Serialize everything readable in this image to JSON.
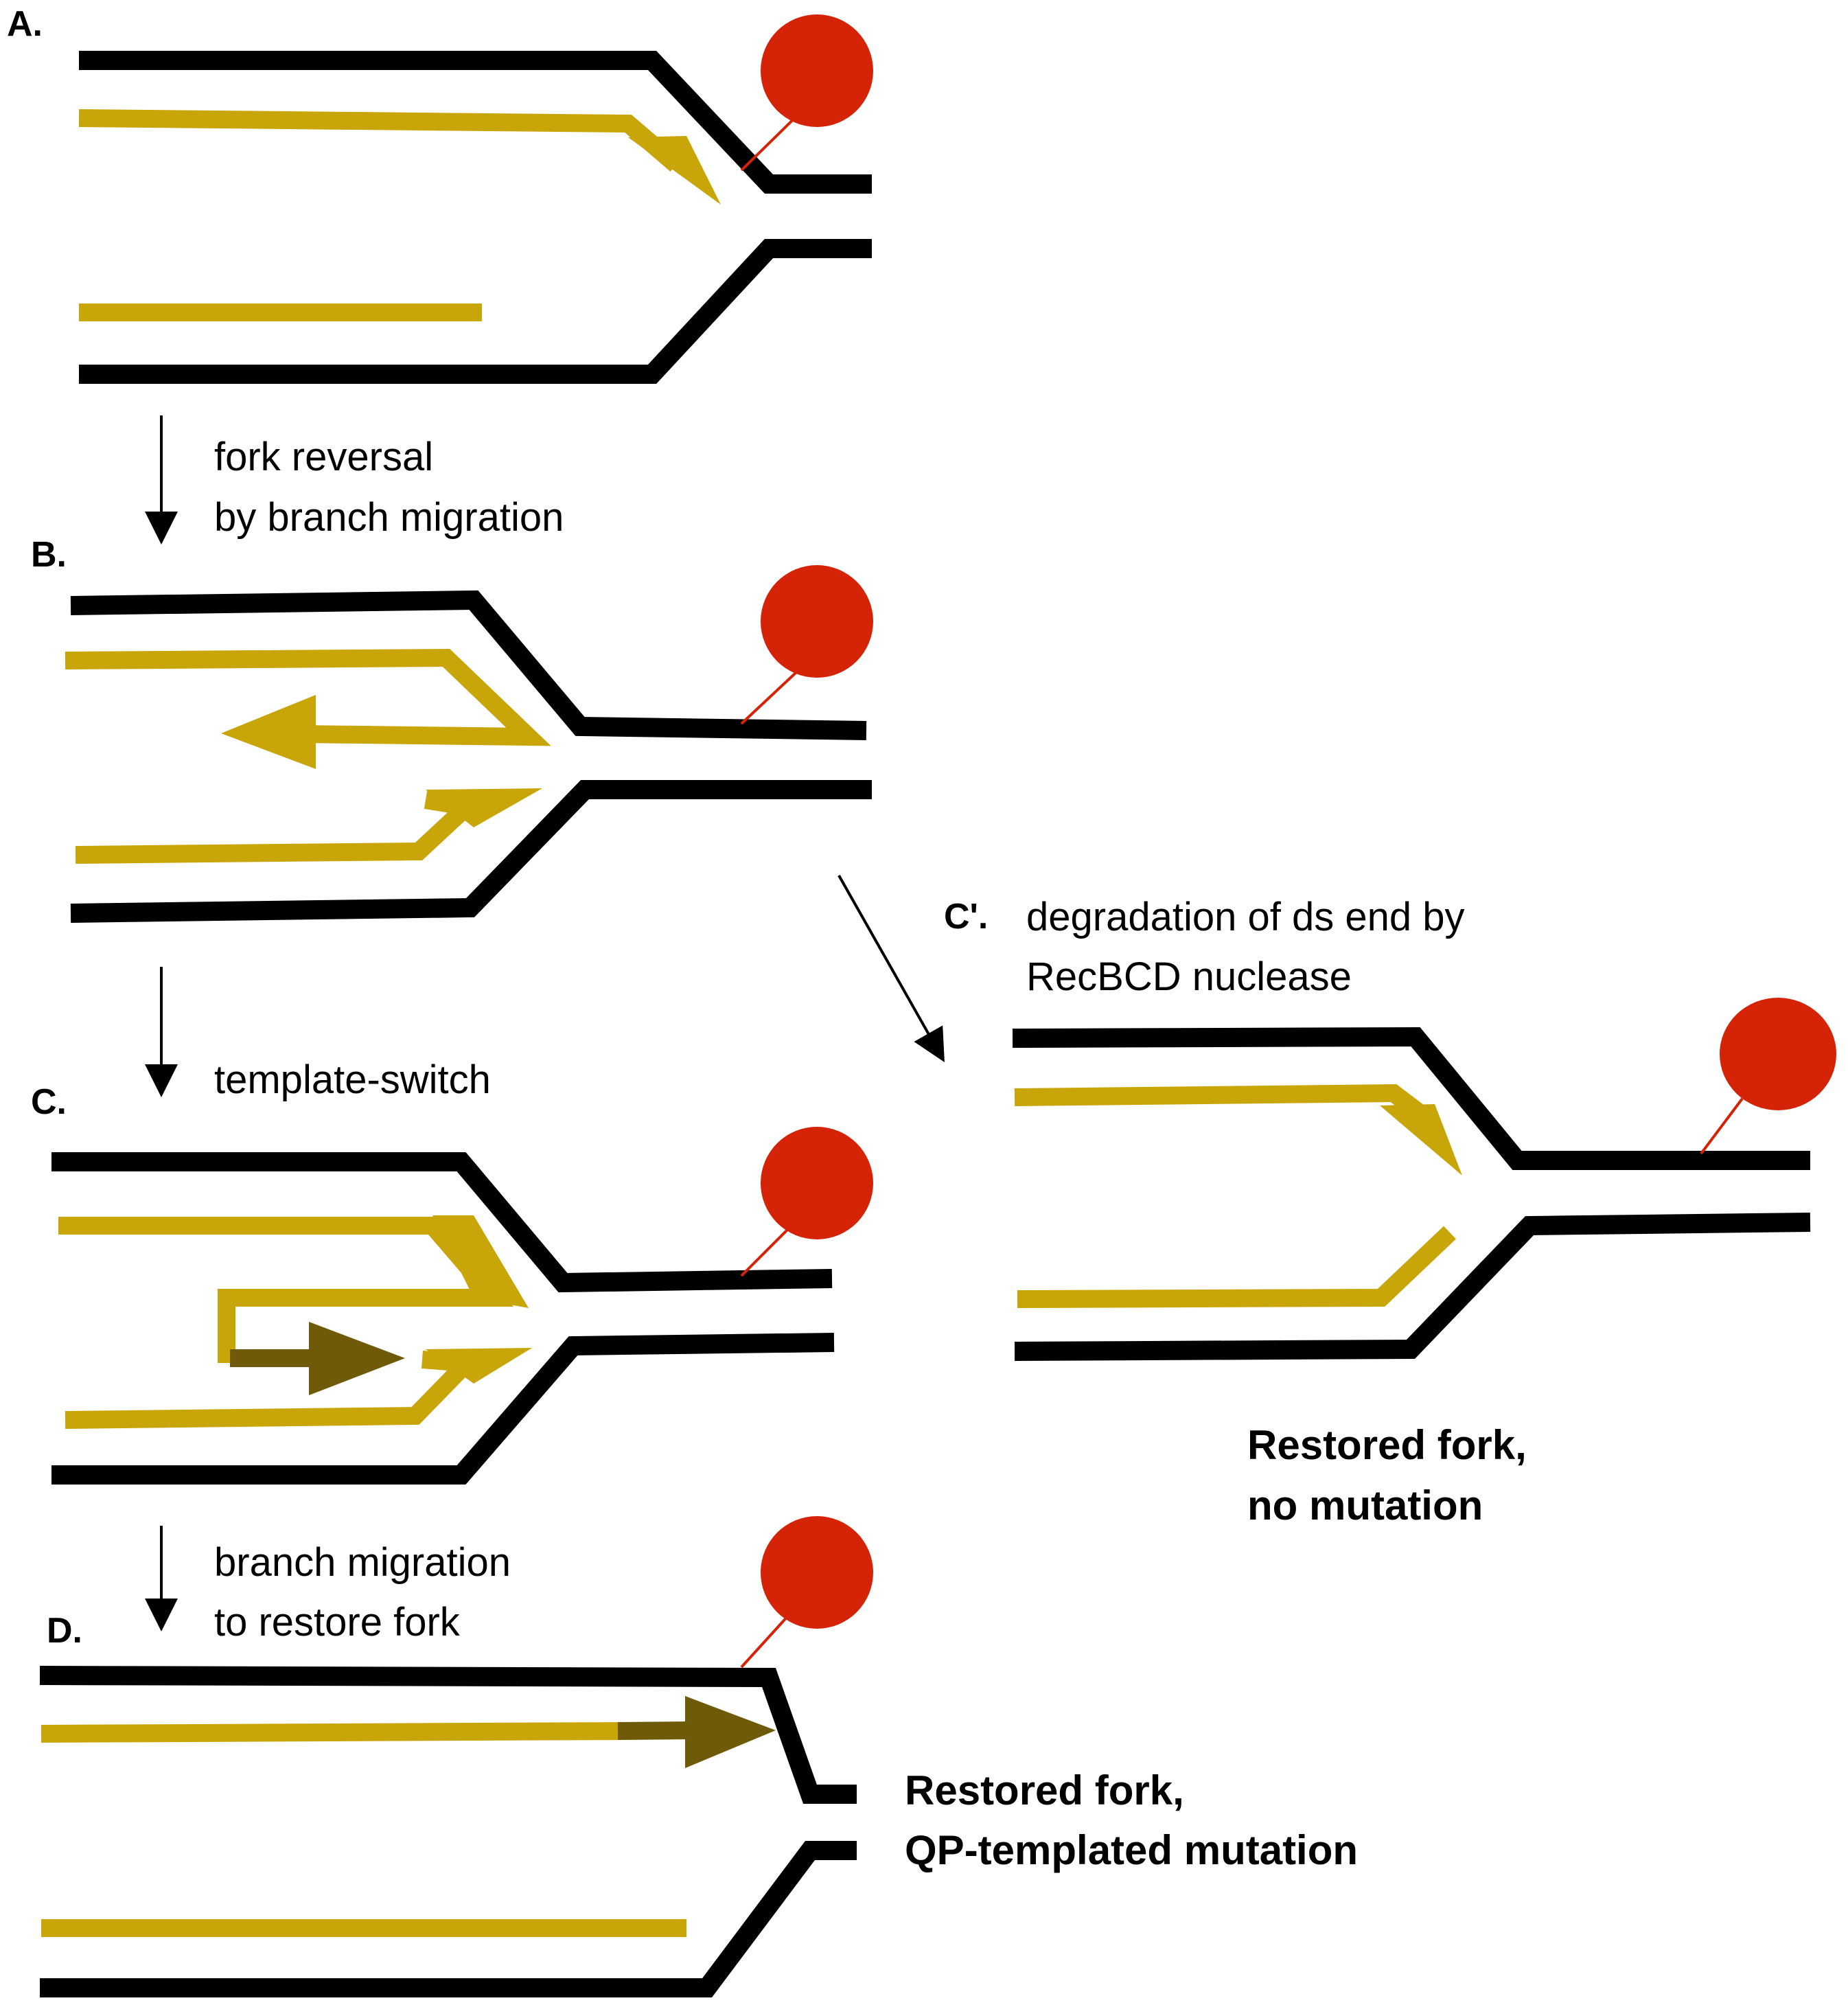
{
  "colors": {
    "dna_strand": "#000000",
    "new_strand": "#c8a60a",
    "templated_strand": "#6e5a08",
    "blocking_lesion": "#d42306",
    "process_arrow": "#000000"
  },
  "panels": {
    "a": {
      "label": "A."
    },
    "b": {
      "label": "B."
    },
    "c": {
      "label": "C."
    },
    "c_prime": {
      "label": "C'."
    },
    "d": {
      "label": "D."
    }
  },
  "steps": {
    "a_to_b": {
      "line1": "fork reversal",
      "line2": "by branch migration"
    },
    "b_to_c": {
      "line1": "template-switch"
    },
    "b_to_c_prime": {
      "line1": "degradation of ds end by",
      "line2": "RecBCD nuclease"
    },
    "c_to_d": {
      "line1": "branch migration",
      "line2": "to restore fork"
    }
  },
  "outcomes": {
    "c_prime": {
      "line1": "Restored fork,",
      "line2": "no mutation"
    },
    "d": {
      "line1": "Restored fork,",
      "line2": "QP-templated mutation"
    }
  }
}
